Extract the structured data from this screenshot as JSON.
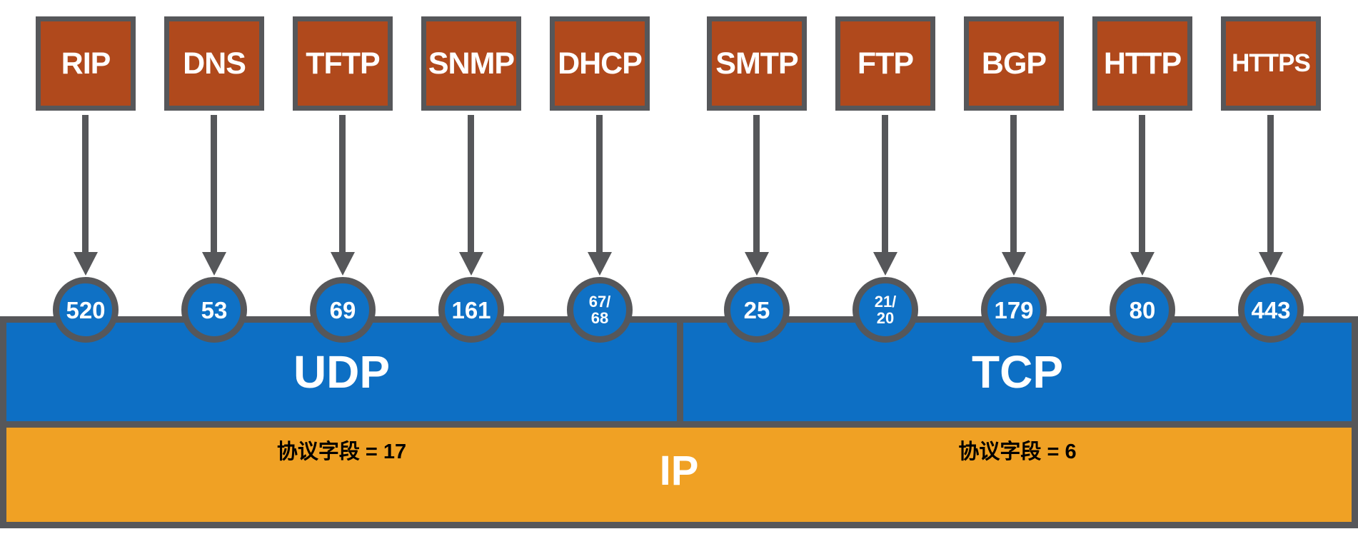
{
  "protocols": [
    {
      "name": "RIP",
      "port": "520"
    },
    {
      "name": "DNS",
      "port": "53"
    },
    {
      "name": "TFTP",
      "port": "69"
    },
    {
      "name": "SNMP",
      "port": "161"
    },
    {
      "name": "DHCP",
      "port": "67/68"
    },
    {
      "name": "SMTP",
      "port": "25"
    },
    {
      "name": "FTP",
      "port": "21/20"
    },
    {
      "name": "BGP",
      "port": "179"
    },
    {
      "name": "HTTP",
      "port": "80"
    },
    {
      "name": "HTTPS",
      "port": "443"
    }
  ],
  "transport": {
    "udp_label": "UDP",
    "tcp_label": "TCP"
  },
  "ip": {
    "label": "IP",
    "udp_protocol_field": "协议字段 = 17",
    "tcp_protocol_field": "协议字段 = 6"
  },
  "colors": {
    "protocol_box": "#b0491c",
    "border_gray": "#56575a",
    "port_circle_blue": "#0f71c5",
    "transport_band_blue": "#0d6fc4",
    "ip_band_orange": "#f0a124",
    "light_text": "#ffffff",
    "dark_text": "#000000"
  }
}
